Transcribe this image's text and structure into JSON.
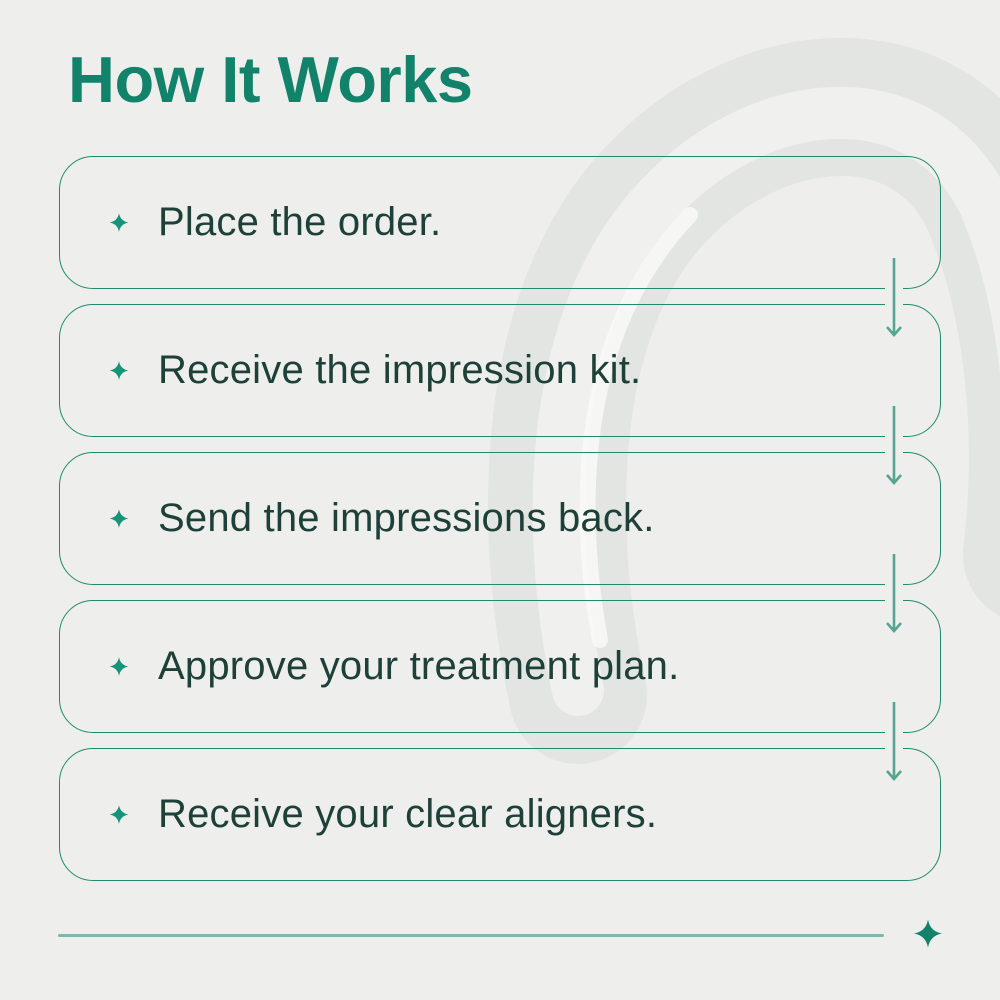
{
  "title": "How It Works",
  "steps": [
    {
      "label": "Place the order."
    },
    {
      "label": "Receive the impression kit."
    },
    {
      "label": "Send the impressions back."
    },
    {
      "label": "Approve your treatment plan."
    },
    {
      "label": "Receive your clear aligners."
    }
  ],
  "icons": {
    "step_bullet": "sparkle-icon",
    "between_steps": "arrow-down-icon",
    "footer_accent": "sparkle-icon",
    "background_image": "clear-aligner-photo"
  },
  "colors": {
    "background": "#eeeeec",
    "title": "#12826a",
    "card_border": "#1f8a6f",
    "step_text": "#1d4038",
    "sparkle": "#159478",
    "arrow": "#55a592",
    "footer_divider": "#7cb7aa",
    "footer_sparkle": "#13826a",
    "aligner_tint": "#e3e5e2"
  }
}
